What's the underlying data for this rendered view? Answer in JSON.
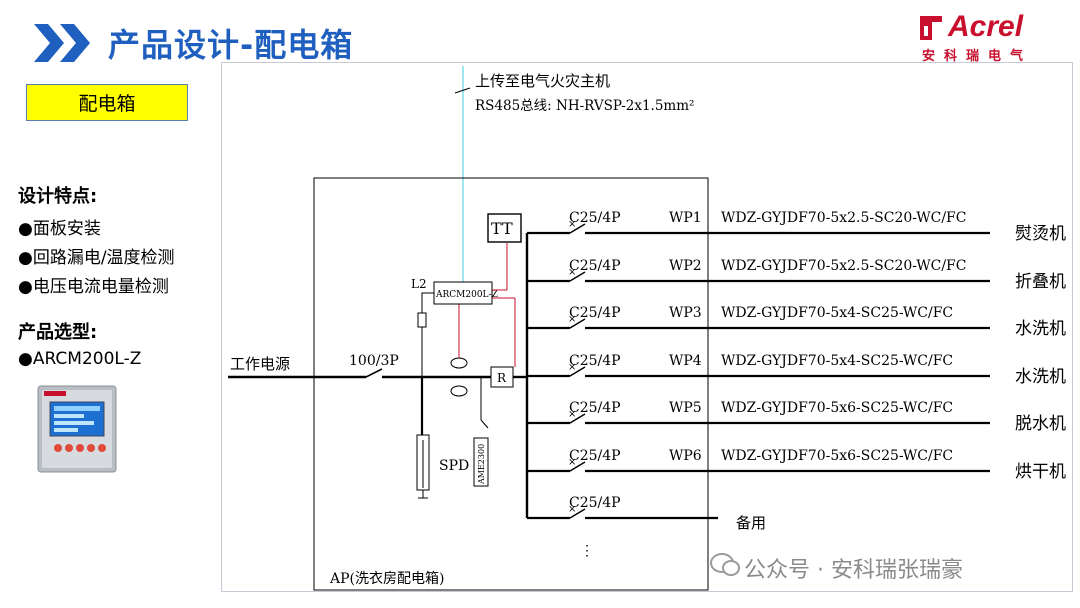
{
  "header": {
    "title": "产品设计-配电箱",
    "logo_text": "Acrel",
    "logo_sub": "安科瑞电气",
    "accent_color": "#1f5fbf",
    "logo_color": "#c8102e"
  },
  "badge": {
    "label": "配电箱",
    "color": "#ffff00"
  },
  "features": {
    "heading": "设计特点:",
    "items": [
      "●面板安装",
      "●回路漏电/温度检测",
      "●电压电流电量检测"
    ]
  },
  "selection": {
    "heading": "产品选型:",
    "items": [
      "●ARCM200L-Z"
    ]
  },
  "diagram": {
    "upload_label": "上传至电气火灾主机",
    "bus_label": "RS485总线: NH-RVSP-2x1.5mm²",
    "source_label": "工作电源",
    "main_breaker": "100/3P",
    "module_label": "ARCM200L-Z",
    "l2_label": "L2",
    "tt_label": "TT",
    "r_label": "R",
    "spd_label": "SPD",
    "ame_label": "AME2300",
    "box_label": "AP(洗衣房配电箱)",
    "spare_label": "备用",
    "circuits": [
      {
        "breaker": "C25/4P",
        "code": "WP1",
        "cable": "WDZ-GYJDF70-5x2.5-SC20-WC/FC",
        "load": "熨烫机"
      },
      {
        "breaker": "C25/4P",
        "code": "WP2",
        "cable": "WDZ-GYJDF70-5x2.5-SC20-WC/FC",
        "load": "折叠机"
      },
      {
        "breaker": "C25/4P",
        "code": "WP3",
        "cable": "WDZ-GYJDF70-5x4-SC25-WC/FC",
        "load": "水洗机"
      },
      {
        "breaker": "C25/4P",
        "code": "WP4",
        "cable": "WDZ-GYJDF70-5x4-SC25-WC/FC",
        "load": "水洗机"
      },
      {
        "breaker": "C25/4P",
        "code": "WP5",
        "cable": "WDZ-GYJDF70-5x6-SC25-WC/FC",
        "load": "脱水机"
      },
      {
        "breaker": "C25/4P",
        "code": "WP6",
        "cable": "WDZ-GYJDF70-5x6-SC25-WC/FC",
        "load": "烘干机"
      },
      {
        "breaker": "C25/4P"
      }
    ]
  },
  "watermark": {
    "text": "公众号 · 安科瑞张瑞豪"
  }
}
